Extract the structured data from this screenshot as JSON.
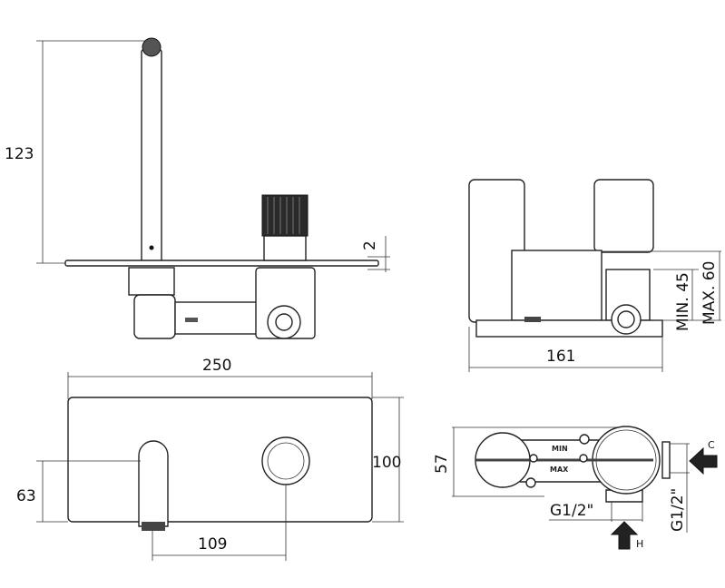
{
  "side_view": {
    "height_label": "123",
    "plate_label": "2"
  },
  "front_view": {
    "width_label": "250",
    "height_label": "100",
    "spout_height_label": "63",
    "spacing_label": "109"
  },
  "end_view": {
    "width_label": "161",
    "min_label": "MIN. 45",
    "max_label": "MAX. 60"
  },
  "top_view": {
    "depth_label": "57",
    "min_mark": "MIN",
    "max_mark": "MAX",
    "hot_thread_label": "G1/2\"",
    "cold_thread_label": "G1/2\"",
    "cold_label": "C",
    "hot_label": "H"
  }
}
